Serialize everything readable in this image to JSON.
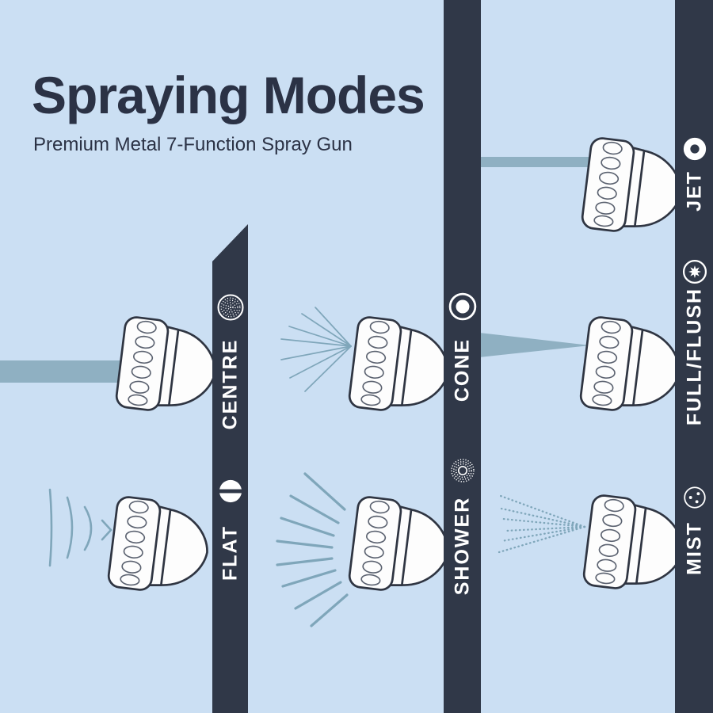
{
  "title": "Spraying Modes",
  "subtitle": "Premium Metal 7-Function Spray Gun",
  "modes": [
    {
      "id": "flat",
      "label": "FLAT",
      "icon": "flat-slit-circle-icon",
      "spray": "flat fan shown as curved wave arcs"
    },
    {
      "id": "centre",
      "label": "CENTRE",
      "icon": "stippled-disc-icon",
      "spray": "wide solid stream"
    },
    {
      "id": "shower",
      "label": "SHOWER",
      "icon": "stippled-ring-icon",
      "spray": "wide fan of separate jets"
    },
    {
      "id": "cone",
      "label": "CONE",
      "icon": "ring-with-dot-icon",
      "spray": "narrow fan of thin lines"
    },
    {
      "id": "mist",
      "label": "MIST",
      "icon": "dots-in-circle-icon",
      "spray": "dotted mist fan"
    },
    {
      "id": "fullflush",
      "label": "FULL/FLUSH",
      "icon": "burst-in-circle-icon",
      "spray": "tapered solid stream"
    },
    {
      "id": "jet",
      "label": "JET",
      "icon": "thick-ring-icon",
      "spray": "thin straight stream"
    }
  ],
  "colors": {
    "background": "#cbdff3",
    "bar": "#303848",
    "title_text": "#2b3245",
    "label_text": "#ffffff",
    "water": "#8fb0c2",
    "spray_line": "#7fa6ba",
    "nozzle_outline": "#2f3542"
  }
}
